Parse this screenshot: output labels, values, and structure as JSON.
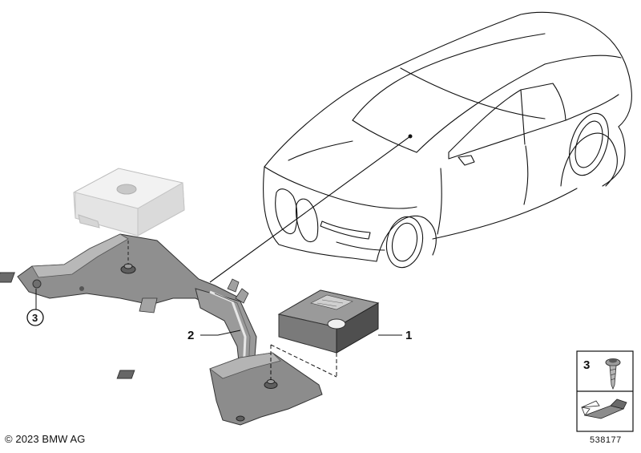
{
  "callouts": {
    "part_1": "1",
    "part_2": "2",
    "part_3": "3"
  },
  "legend": {
    "screw_number": "3"
  },
  "footer": {
    "copyright": "© 2023 BMW AG",
    "diagram_code": "538177"
  },
  "colors": {
    "line": "#111111",
    "part_grey": "#8c8c8c",
    "part_dark": "#5a5a5a",
    "part_light": "#e8e8e8",
    "ghost_part": "#ececec"
  }
}
